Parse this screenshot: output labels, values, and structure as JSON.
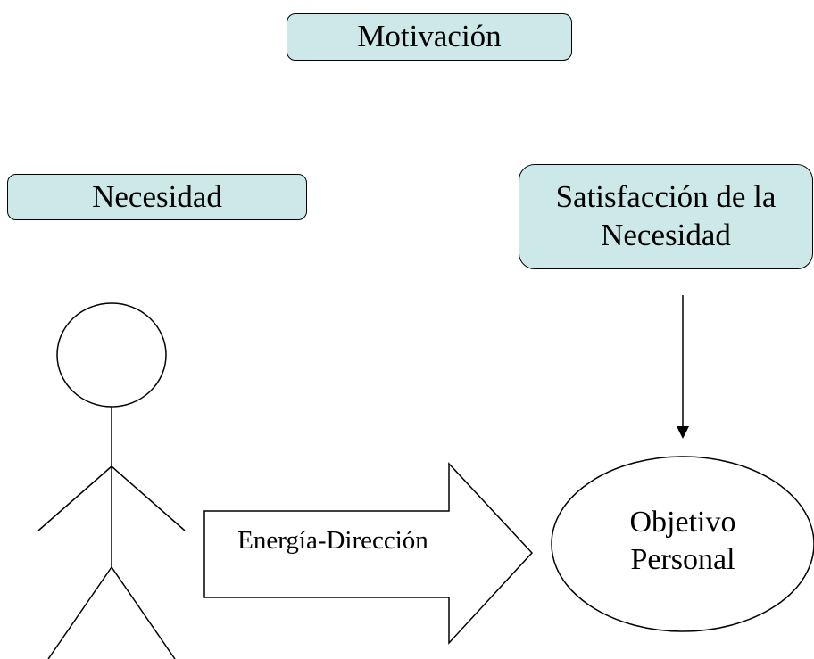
{
  "diagram": {
    "title": "Motivación",
    "need_label": "Necesidad",
    "satisfaction_label": {
      "line1": "Satisfacción de la",
      "line2": "Necesidad"
    },
    "arrow_label": "Energía-Dirección",
    "objective_label": {
      "line1": "Objetivo",
      "line2": "Personal"
    }
  },
  "colors": {
    "box_fill": "#cce8e8",
    "stroke": "#000000",
    "background": "#ffffff"
  },
  "icons": [
    "stick-figure-icon",
    "block-arrow-icon",
    "down-arrow-icon"
  ]
}
